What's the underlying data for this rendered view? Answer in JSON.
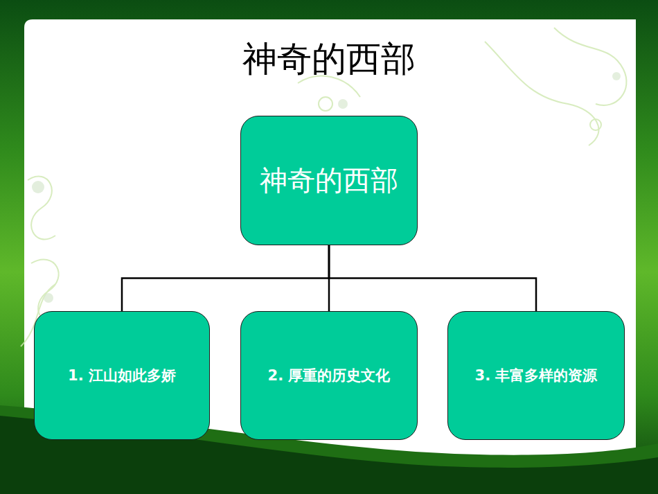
{
  "diagram": {
    "title": "神奇的西部",
    "nodes": [
      {
        "text": [
          "神奇的西部"
        ]
      },
      {
        "text": [
          "1. 江山如此多娇"
        ]
      },
      {
        "text": [
          "2. 厚重的历史文化"
        ]
      },
      {
        "text": [
          "3. 丰富多样的资源"
        ]
      }
    ],
    "edges": [
      {
        "from": 0,
        "to": 1,
        "arrow": "none"
      },
      {
        "from": 0,
        "to": 2,
        "arrow": "none"
      },
      {
        "from": 0,
        "to": 3,
        "arrow": "none"
      }
    ]
  }
}
